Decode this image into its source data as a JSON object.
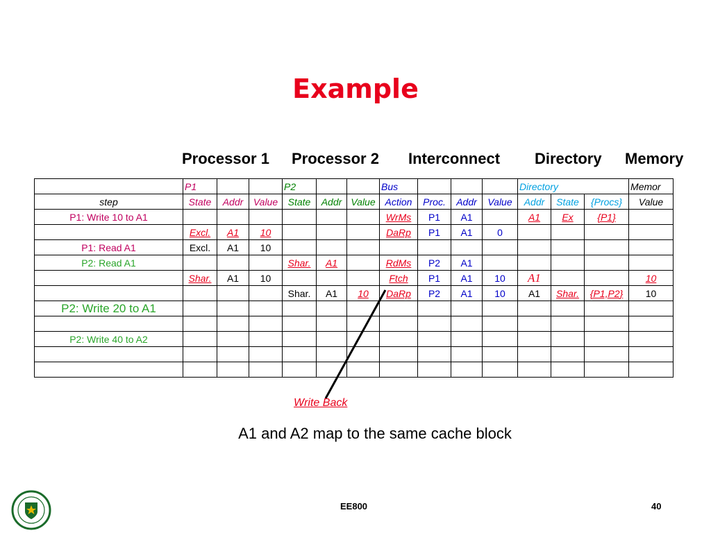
{
  "title": "Example",
  "headers": [
    "Processor 1",
    "Processor 2",
    "Interconnect",
    "Directory",
    "Memory"
  ],
  "table": {
    "row0": {
      "p1": "P1",
      "p2": "P2",
      "bus": "Bus",
      "dir": "Directory",
      "mem": "Memor"
    },
    "row1": {
      "step": "step",
      "cols": [
        "State",
        "Addr",
        "Value",
        "State",
        "Addr",
        "Value",
        "Action",
        "Proc.",
        "Addr",
        "Value",
        "Addr",
        "State",
        "{Procs}",
        "Value"
      ]
    },
    "row2": {
      "step": "P1: Write 10 to A1",
      "bus_action": "WrMs",
      "bus_proc": "P1",
      "bus_addr": "A1",
      "dir_addr": "A1",
      "dir_state": "Ex",
      "dir_procs": "{P1}"
    },
    "row3": {
      "p1_state": "Excl.",
      "p1_addr": "A1",
      "p1_value": "10",
      "bus_action": "DaRp",
      "bus_proc": "P1",
      "bus_addr": "A1",
      "bus_value": "0"
    },
    "row4": {
      "step": "P1: Read A1",
      "p1_state": "Excl.",
      "p1_addr": "A1",
      "p1_value": "10"
    },
    "row5": {
      "step": "P2: Read A1",
      "p2_state": "Shar.",
      "p2_addr": "A1",
      "bus_action": "RdMs",
      "bus_proc": "P2",
      "bus_addr": "A1"
    },
    "row6": {
      "p1_state": "Shar.",
      "p1_addr": "A1",
      "p1_value": "10",
      "bus_action": "Ftch",
      "bus_proc": "P1",
      "bus_addr": "A1",
      "bus_value": "10",
      "dir_addr": "A1",
      "mem_value": "10"
    },
    "row7": {
      "p2_state": "Shar.",
      "p2_addr": "A1",
      "p2_value": "10",
      "bus_action": "DaRp",
      "bus_proc": "P2",
      "bus_addr": "A1",
      "bus_value": "10",
      "dir_addr": "A1",
      "dir_state": "Shar.",
      "dir_procs": "{P1,P2}",
      "mem_value": "10"
    },
    "row8": {
      "step": "P2: Write 20 to A1"
    },
    "row10": {
      "step": "P2: Write 40 to A2"
    }
  },
  "annotation": "Write Back",
  "note": "A1 and A2 map to the same cache block",
  "footer": {
    "course": "EE800",
    "page": "40"
  },
  "colors": {
    "title": "#e8001c",
    "green": "#2aa52a",
    "magenta": "#c0005f",
    "blue": "#0000c8",
    "cyan": "#00a0e0"
  }
}
